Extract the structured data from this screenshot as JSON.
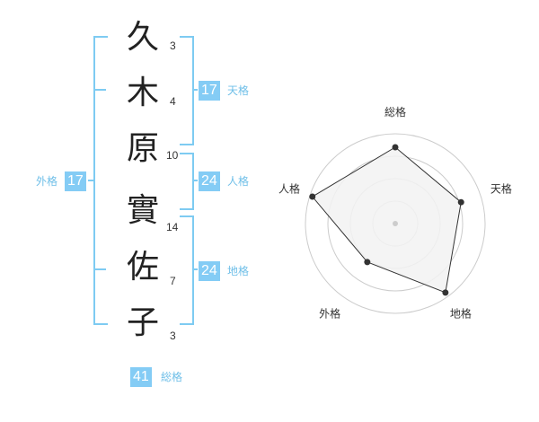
{
  "name_chars": [
    {
      "char": "久",
      "strokes": "3"
    },
    {
      "char": "木",
      "strokes": "4"
    },
    {
      "char": "原",
      "strokes": "10"
    },
    {
      "char": "實",
      "strokes": "14"
    },
    {
      "char": "佐",
      "strokes": "7"
    },
    {
      "char": "子",
      "strokes": "3"
    }
  ],
  "fortunes": {
    "tenkaku": {
      "value": "17",
      "label": "天格"
    },
    "jinkaku": {
      "value": "24",
      "label": "人格"
    },
    "chikaku": {
      "value": "24",
      "label": "地格"
    },
    "gaikaku": {
      "value": "17",
      "label": "外格"
    },
    "soukaku": {
      "value": "41",
      "label": "総格"
    }
  },
  "chart_data": {
    "type": "radar",
    "axes": [
      "総格",
      "天格",
      "地格",
      "外格",
      "人格"
    ],
    "values": [
      0.85,
      0.77,
      0.95,
      0.53,
      0.97
    ],
    "scale_max": 1,
    "rings": 4,
    "colors": {
      "fill": "#f2f2f2",
      "stroke": "#333333",
      "ring": "#cccccc",
      "point": "#333333",
      "center": "#cccccc"
    }
  },
  "colors": {
    "accent": "#84ccf5",
    "bracket": "#7ecbf2"
  }
}
